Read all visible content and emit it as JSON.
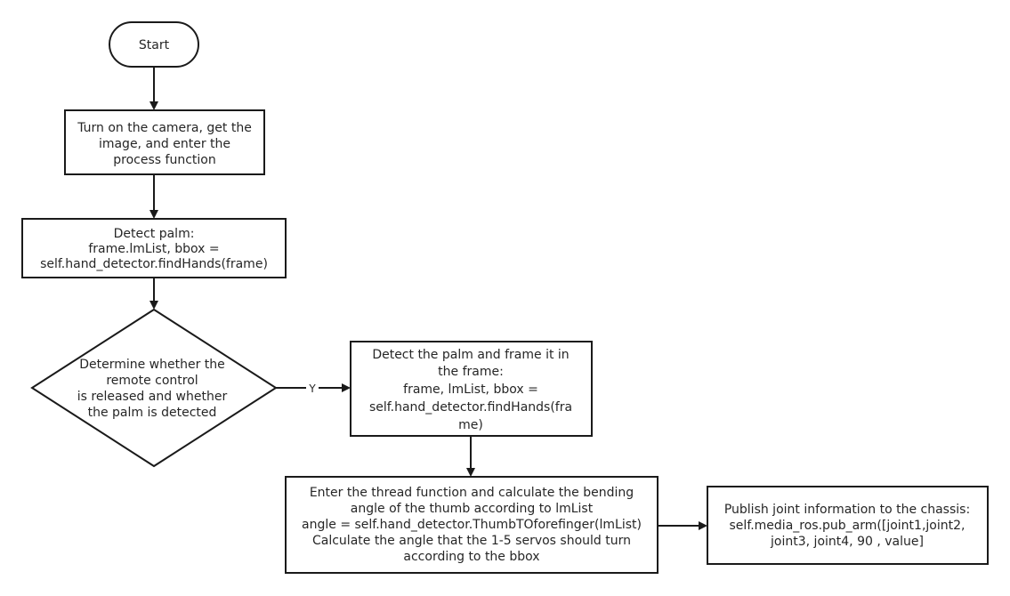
{
  "flowchart": {
    "start": {
      "label": "Start"
    },
    "camera": {
      "lines": [
        "Turn on the camera, get the",
        "image, and enter the",
        "process function"
      ]
    },
    "detect_palm": {
      "lines": [
        "Detect palm:",
        "frame.lmList, bbox =",
        "self.hand_detector.findHands(frame)"
      ]
    },
    "decision": {
      "lines": [
        "Determine whether the",
        "remote control",
        "is released and whether",
        "the palm is detected"
      ]
    },
    "frame_palm": {
      "lines": [
        "Detect the palm and frame it in",
        "the frame:",
        "frame, lmList, bbox =",
        "self.hand_detector.findHands(fra",
        "me)"
      ]
    },
    "thread": {
      "lines": [
        "Enter the thread function and calculate the bending",
        "angle of the thumb according to lmList",
        "angle = self.hand_detector.ThumbTOforefinger(lmList)",
        "Calculate the angle that the 1-5 servos should turn",
        "according to the bbox"
      ]
    },
    "publish": {
      "lines": [
        "Publish joint information to the chassis:",
        "self.media_ros.pub_arm([joint1,joint2,",
        "joint3, joint4, 90 , value]"
      ]
    },
    "yes_label": "Y"
  }
}
